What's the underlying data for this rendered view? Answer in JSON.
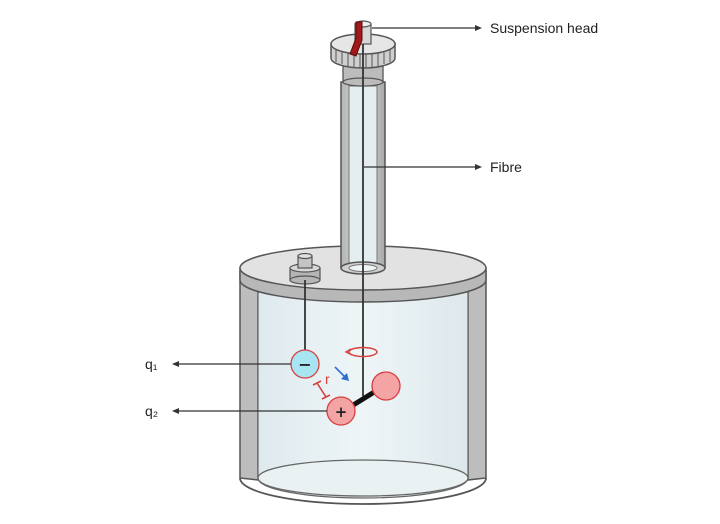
{
  "labels": {
    "suspension_head": "Suspension head",
    "fibre": "Fibre",
    "q1": "q₁",
    "q2": "q₂",
    "r": "r",
    "minus": "−",
    "plus": "+"
  },
  "colors": {
    "glass": "#e6f0f2",
    "metal": "#c8c8c8",
    "metal_dark": "#9a9a9a",
    "negative_charge": "#a9e4f2",
    "positive_charge": "#f4a4a4",
    "distance_marker": "#d84040",
    "force_arrow": "#2f6fd0",
    "knob_red": "#a01818"
  }
}
